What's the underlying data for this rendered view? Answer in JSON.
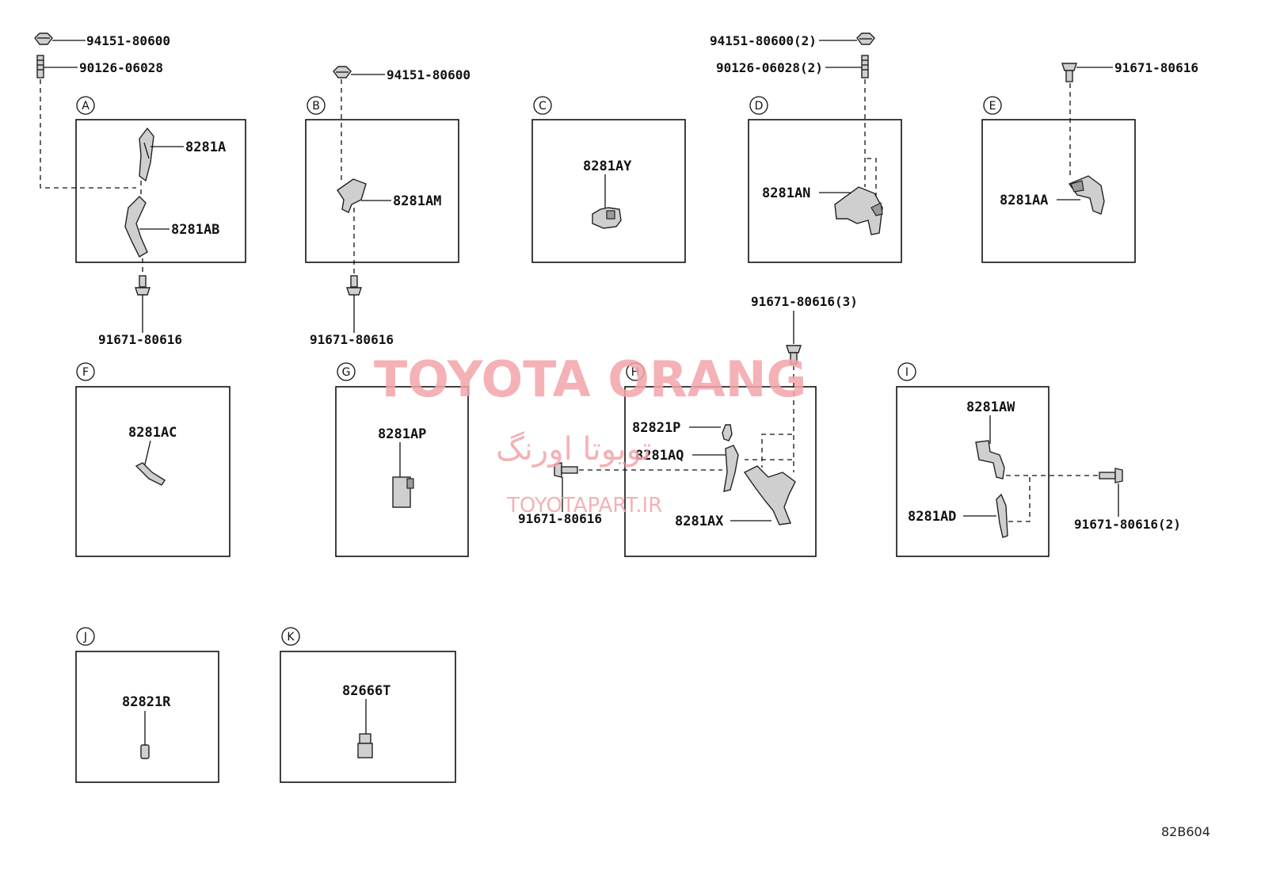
{
  "watermark": {
    "brand": "TOYOTA ORANG",
    "persian": "تویوتا اورنگ",
    "site": "TOYOTAPART.IR"
  },
  "diagram_code": "82B604",
  "panels": {
    "A": {
      "letter": "A",
      "parts": [
        "8281A",
        "8281AB"
      ],
      "fasteners": [
        "94151-80600",
        "90126-06028",
        "91671-80616"
      ]
    },
    "B": {
      "letter": "B",
      "parts": [
        "8281AM"
      ],
      "fasteners": [
        "94151-80600",
        "91671-80616"
      ]
    },
    "C": {
      "letter": "C",
      "parts": [
        "8281AY"
      ]
    },
    "D": {
      "letter": "D",
      "parts": [
        "8281AN"
      ],
      "fasteners": [
        "94151-80600(2)",
        "90126-06028(2)"
      ]
    },
    "E": {
      "letter": "E",
      "parts": [
        "8281AA"
      ],
      "fasteners": [
        "91671-80616"
      ]
    },
    "F": {
      "letter": "F",
      "parts": [
        "8281AC"
      ]
    },
    "G": {
      "letter": "G",
      "parts": [
        "8281AP"
      ]
    },
    "H": {
      "letter": "H",
      "parts": [
        "82821P",
        "8281AQ",
        "8281AX"
      ],
      "fasteners": [
        "91671-80616(3)",
        "91671-80616"
      ]
    },
    "I": {
      "letter": "I",
      "parts": [
        "8281AW",
        "8281AD"
      ],
      "fasteners": [
        "91671-80616(2)"
      ]
    },
    "J": {
      "letter": "J",
      "parts": [
        "82821R"
      ]
    },
    "K": {
      "letter": "K",
      "parts": [
        "82666T"
      ]
    }
  }
}
